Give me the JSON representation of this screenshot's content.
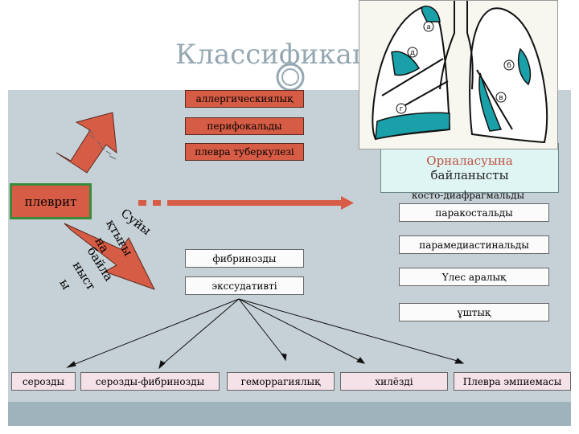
{
  "title": "Классификаци",
  "center_node": "плеврит",
  "left_boxes": [
    "аллергическиялық",
    "перифокальды",
    "плевра туберкулезі"
  ],
  "middle_boxes": [
    "фибринозды",
    "экссудативті"
  ],
  "right_header": {
    "line1": "Орналасуына",
    "line2": "байланысты"
  },
  "right_caption": "косто-диафрагмальды",
  "right_boxes": [
    "паракостальды",
    "парамедиастинальды",
    "Үлес аралық",
    "ұштық"
  ],
  "bottom_boxes": [
    "серозды",
    "серозды-фибринозды",
    "геморрагиялық",
    "хилёзді",
    "Плевра эмпиемасы"
  ],
  "arrow_label_lines": [
    "Суйы",
    "қтығы",
    "на",
    "байла",
    "ныст",
    "ы"
  ],
  "lung_marks": [
    "а",
    "д",
    "г",
    "б",
    "в"
  ],
  "colors": {
    "red": "#d65c45",
    "pink": "#f5e1e8",
    "teal": "#1aa0a8",
    "green_border": "#3a8a3a"
  }
}
